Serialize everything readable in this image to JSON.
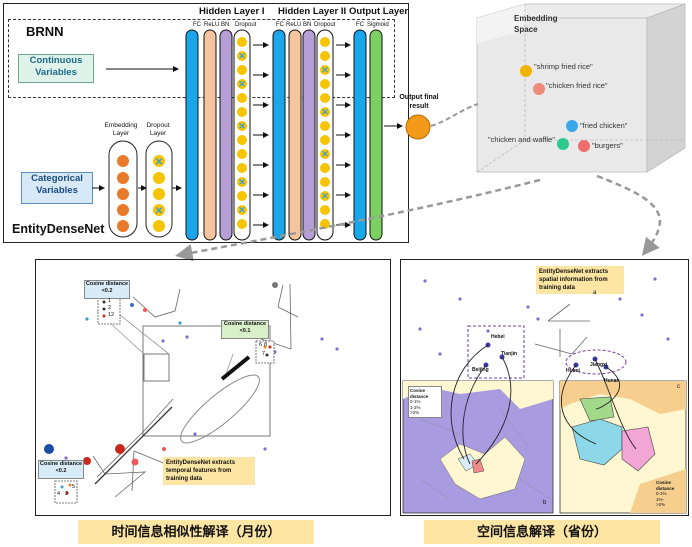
{
  "top": {
    "brnn_label": "BRNN",
    "continuous_variables": "Continuous Variables",
    "categorical_variables": "Categorical Variables",
    "entitydensenet_label": "EntityDenseNet",
    "embedding_layer": "Embedding Layer",
    "dropout_layer": "Dropout Layer",
    "hidden_layer_1": "Hidden Layer I",
    "hidden_layer_2": "Hidden Layer II",
    "output_layer": "Output Layer",
    "layer_fc": "FC",
    "layer_relu": "ReLU",
    "layer_bn": "BN",
    "layer_dropout": "Dropout",
    "layer_sigmoid": "Sigmoid",
    "output_final_result": "Output final result"
  },
  "embedding_space": {
    "title": "Embedding Space",
    "items": [
      {
        "label": "\"shrimp fried rice\"",
        "color": "#f0b400"
      },
      {
        "label": "\"chicken fried rice\"",
        "color": "#ef8a7a"
      },
      {
        "label": "\"fried chicken\"",
        "color": "#3aa7e8"
      },
      {
        "label": "\"chicken and waffle\"",
        "color": "#2ec98f"
      },
      {
        "label": "\"burgers\"",
        "color": "#ee6c6c"
      }
    ]
  },
  "temporal_panel": {
    "cosine_distance_label": "Cosine distance",
    "cd_02": "<0.2",
    "cd_01": "<0.1",
    "note": "EntityDenseNet extracts temporal features from training data",
    "nums_top": [
      "1",
      "2",
      "12"
    ],
    "nums_right": [
      "6",
      "8",
      "7"
    ],
    "nums_bottom": [
      "4",
      "3",
      "5"
    ]
  },
  "spatial_panel": {
    "note": "EntityDenseNet extracts spatial information from training data",
    "panel_a": "a",
    "panel_b": "b",
    "panel_c": "c",
    "cities": [
      "Hebei",
      "Tianjin",
      "Beijing",
      "Hubei",
      "Jiangxi",
      "Hunan"
    ],
    "cd_legend_title": "Cosine distance",
    "cd_legend": [
      "0-1%",
      "1-2%",
      ">2%"
    ],
    "cd_legend_c": [
      "0-1%",
      "1%-",
      ">2%"
    ]
  },
  "captions": {
    "left": "时间信息相似性解译（月份）",
    "right": "空间信息解译（省份）"
  }
}
